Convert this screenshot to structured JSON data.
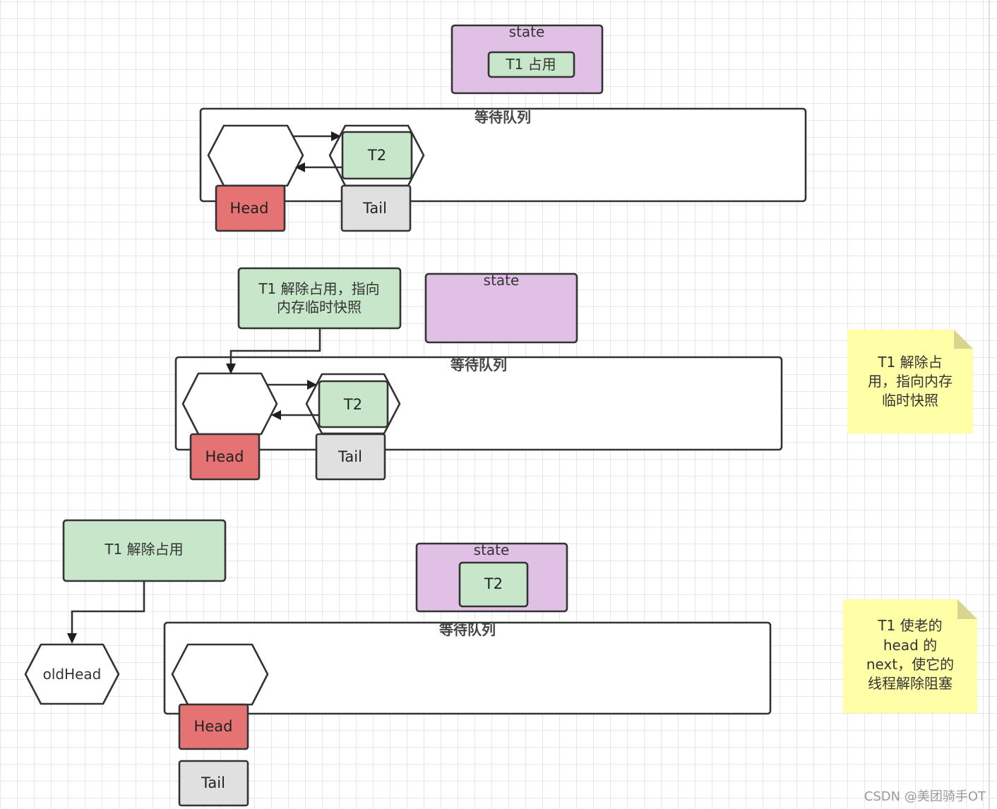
{
  "colors": {
    "state_fill": "#E1C0E6",
    "thread_fill": "#C8E6C9",
    "head_fill": "#E57373",
    "tail_fill": "#E0E0E0",
    "sticky_fill": "#FFFFA8",
    "sticky_fold": "#D8D58E",
    "stroke": "#333333"
  },
  "steps": [
    {
      "state": {
        "label": "state",
        "owner": "T1 占用"
      },
      "queue": {
        "label": "等待队列",
        "waiting_thread": "T2"
      },
      "head": "Head",
      "tail": "Tail"
    },
    {
      "action": [
        "T1 解除占用，指向",
        "内存临时快照"
      ],
      "state": {
        "label": "state"
      },
      "queue": {
        "label": "等待队列",
        "waiting_thread": "T2"
      },
      "head": "Head",
      "tail": "Tail"
    },
    {
      "action": [
        "T1 解除占用"
      ],
      "old_head": "oldHead",
      "state": {
        "label": "state",
        "owner": "T2"
      },
      "queue": {
        "label": "等待队列"
      },
      "head": "Head",
      "tail": "Tail"
    }
  ],
  "sticky_notes": [
    {
      "lines": [
        "T1 解除占",
        "用，指向内存",
        "临时快照"
      ]
    },
    {
      "lines": [
        "T1 使老的",
        "head 的",
        "next，使它的",
        "线程解除阻塞"
      ]
    }
  ],
  "watermark": "CSDN @美团骑手OT"
}
